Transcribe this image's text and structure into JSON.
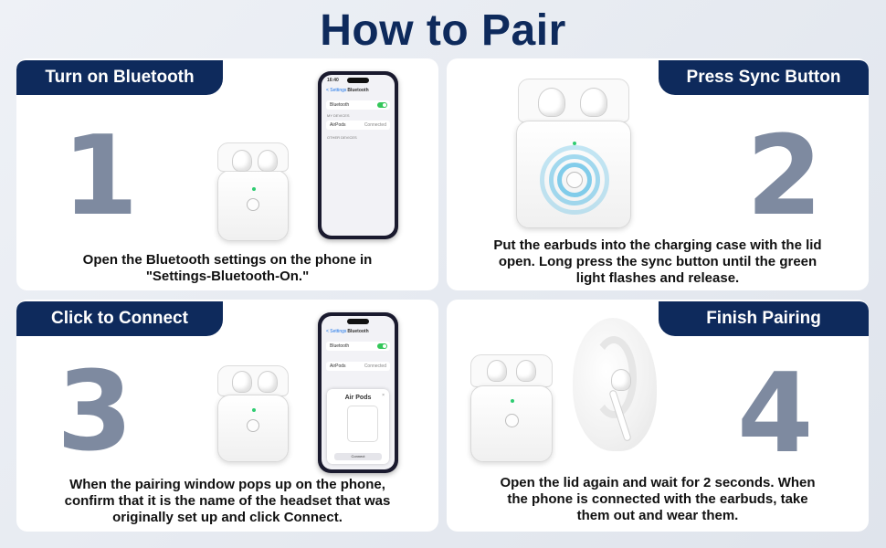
{
  "title": "How to Pair",
  "steps": [
    {
      "number": "1",
      "tag": "Turn on Bluetooth",
      "desc_lines": [
        "Open the Bluetooth settings on the phone in",
        "\"Settings-Bluetooth-On.\""
      ]
    },
    {
      "number": "2",
      "tag": "Press Sync Button",
      "desc_lines": [
        "Put the earbuds into the charging case with the lid",
        "open. Long press the sync button until the green",
        "light flashes and release."
      ]
    },
    {
      "number": "3",
      "tag": "Click to Connect",
      "desc_lines": [
        "When the pairing window pops up on the phone,",
        "confirm that it is the name of the headset that was",
        "originally set up and click Connect."
      ]
    },
    {
      "number": "4",
      "tag": "Finish Pairing",
      "desc_lines": [
        "Open the lid again and wait for 2 seconds. When",
        "the phone is connected with the earbuds, take",
        "them out and wear them."
      ]
    }
  ],
  "phone": {
    "time": "16:40",
    "back": "< Settings",
    "screen_title": "Bluetooth",
    "bluetooth_label": "Bluetooth",
    "section_devices": "MY DEVICES",
    "device_name": "AirPods",
    "device_status": "Connected",
    "section_other": "OTHER DEVICES",
    "popup_title": "Air Pods",
    "popup_close": "×",
    "popup_button": "Connect"
  },
  "colors": {
    "navy": "#0e2a5c",
    "number_gray": "#7e8aa0",
    "led_green": "#2ecc71"
  }
}
